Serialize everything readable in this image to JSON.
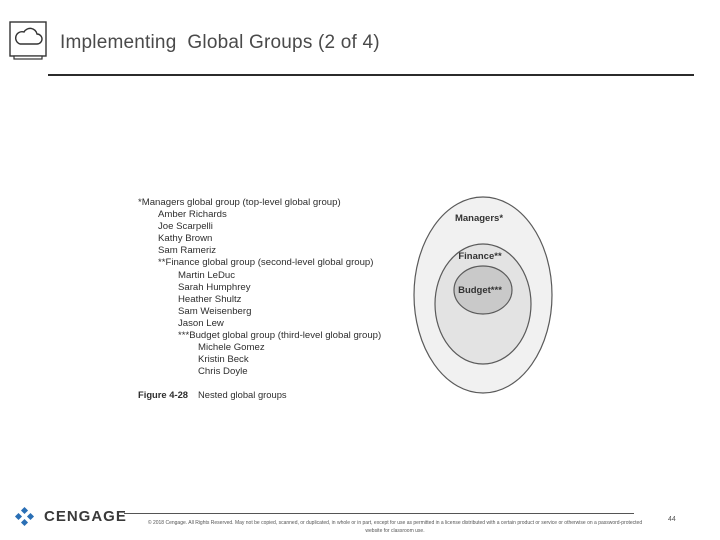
{
  "header": {
    "title": "Implementing  Global Groups (2 of 4)",
    "icon": "cloud-monitor-icon"
  },
  "figure": {
    "list": [
      {
        "text": "*Managers global group (top-level global group)",
        "level": 0
      },
      {
        "text": "Amber Richards",
        "level": 1
      },
      {
        "text": "Joe Scarpelli",
        "level": 1
      },
      {
        "text": "Kathy Brown",
        "level": 1
      },
      {
        "text": "Sam Rameriz",
        "level": 1
      },
      {
        "text": "**Finance global group (second-level global group)",
        "level": 1
      },
      {
        "text": "Martin LeDuc",
        "level": 2
      },
      {
        "text": "Sarah Humphrey",
        "level": 2
      },
      {
        "text": "Heather Shultz",
        "level": 2
      },
      {
        "text": "Sam Weisenberg",
        "level": 2
      },
      {
        "text": "Jason Lew",
        "level": 2
      },
      {
        "text": "***Budget global group (third-level global group)",
        "level": 2
      },
      {
        "text": "Michele Gomez",
        "level": 3
      },
      {
        "text": "Kristin Beck",
        "level": 3
      },
      {
        "text": "Chris Doyle",
        "level": 3
      }
    ],
    "caption_label": "Figure 4-28",
    "caption_text": "Nested global groups",
    "venn": {
      "outer_label": "Managers*",
      "middle_label": "Finance**",
      "inner_label": "Budget***",
      "colors": {
        "outer": "#f1f1f1",
        "middle": "#e3e3e3",
        "inner": "#c9c9c9",
        "stroke": "#5a5a5a"
      }
    }
  },
  "footer": {
    "logo_text": "CENGAGE",
    "copyright": "© 2018 Cengage. All Rights Reserved. May not be copied, scanned, or duplicated, in whole or in part, except for use as permitted in a license distributed with a certain product or service or otherwise on a password-protected website for classroom use.",
    "page_number": "44"
  }
}
